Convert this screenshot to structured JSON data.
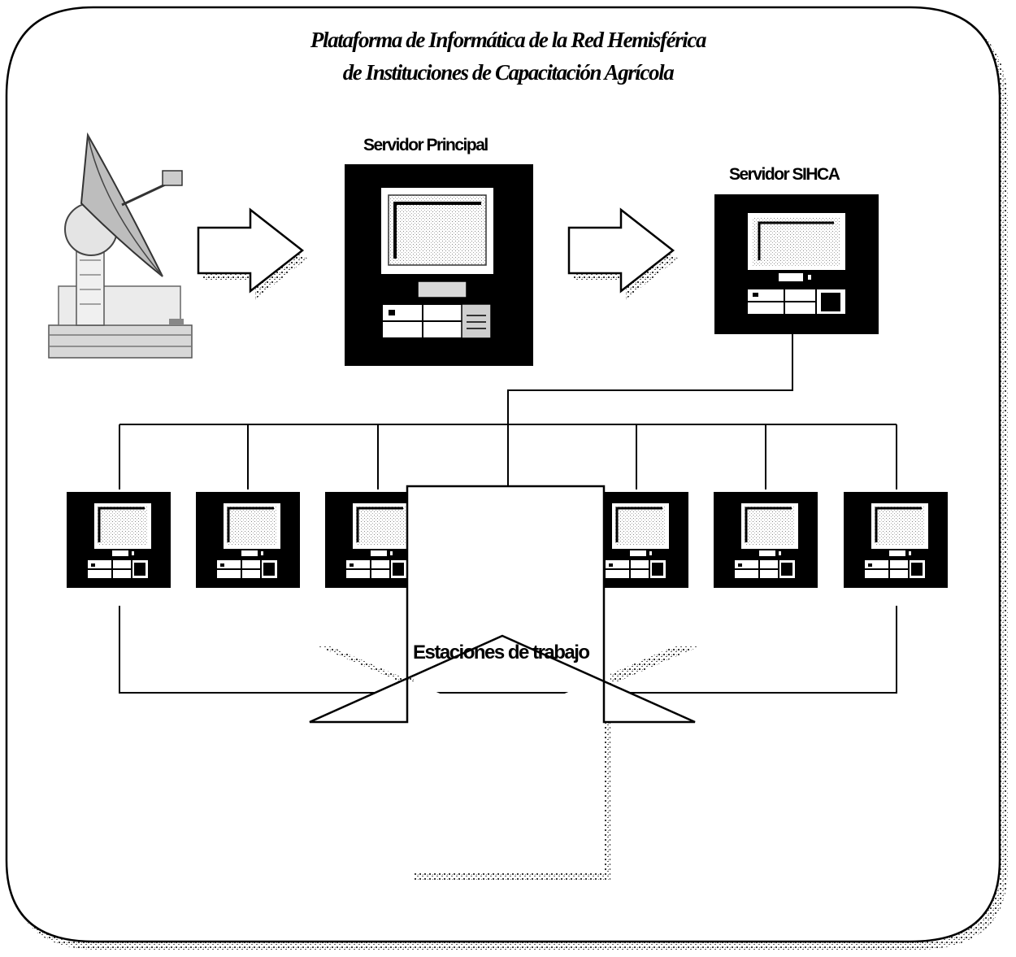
{
  "title": {
    "line1": "Plataforma de Informática de la Red Hemisférica",
    "line2": "de Instituciones de Capacitación Agrícola"
  },
  "nodes": {
    "satellite": {
      "icon": "satellite-dish-icon"
    },
    "main_server": {
      "label": "Servidor Principal",
      "icon": "computer-icon"
    },
    "sihca_server": {
      "label": "Servidor SIHCA",
      "icon": "computer-icon"
    },
    "workstations": {
      "count": 7,
      "icon": "computer-icon"
    }
  },
  "callout": {
    "label": "Estaciones de trabajo"
  },
  "colors": {
    "ink": "#000000",
    "paper": "#ffffff",
    "screen": "#e6e6e6"
  }
}
